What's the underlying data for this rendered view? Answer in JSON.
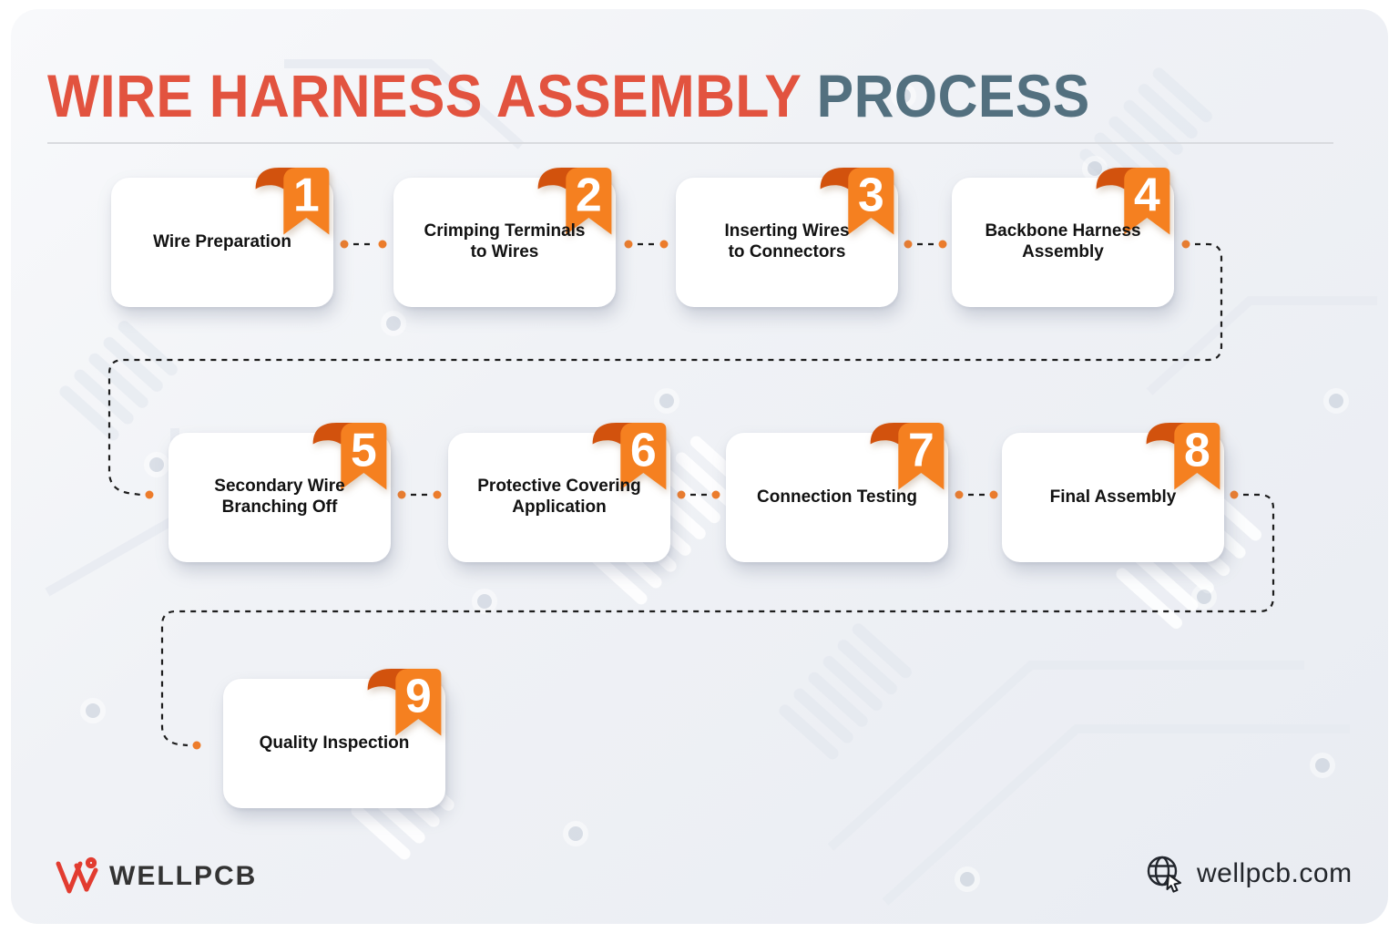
{
  "title": {
    "primary": "WIRE HARNESS ASSEMBLY",
    "secondary": "PROCESS"
  },
  "steps": [
    {
      "number": "1",
      "label": "Wire Preparation"
    },
    {
      "number": "2",
      "label": "Crimping Terminals to Wires"
    },
    {
      "number": "3",
      "label": "Inserting Wires to Connectors"
    },
    {
      "number": "4",
      "label": "Backbone Harness Assembly"
    },
    {
      "number": "5",
      "label": "Secondary Wire Branching Off"
    },
    {
      "number": "6",
      "label": "Protective Covering Application"
    },
    {
      "number": "7",
      "label": "Connection Testing"
    },
    {
      "number": "8",
      "label": "Final Assembly"
    },
    {
      "number": "9",
      "label": "Quality Inspection"
    }
  ],
  "footer": {
    "brand": "WELLPCB",
    "website": "wellpcb.com"
  },
  "colors": {
    "title_primary": "#e2533f",
    "title_secondary": "#53707f",
    "ribbon_main": "#f58020",
    "ribbon_fold": "#d2520d",
    "connector_dot": "#ed7c2b",
    "connector_line": "#1d1d1d",
    "card_background": "#ffffff",
    "card_text": "#121212",
    "brand_mark": "#e23c30",
    "panel_background": "#eef0f4"
  }
}
